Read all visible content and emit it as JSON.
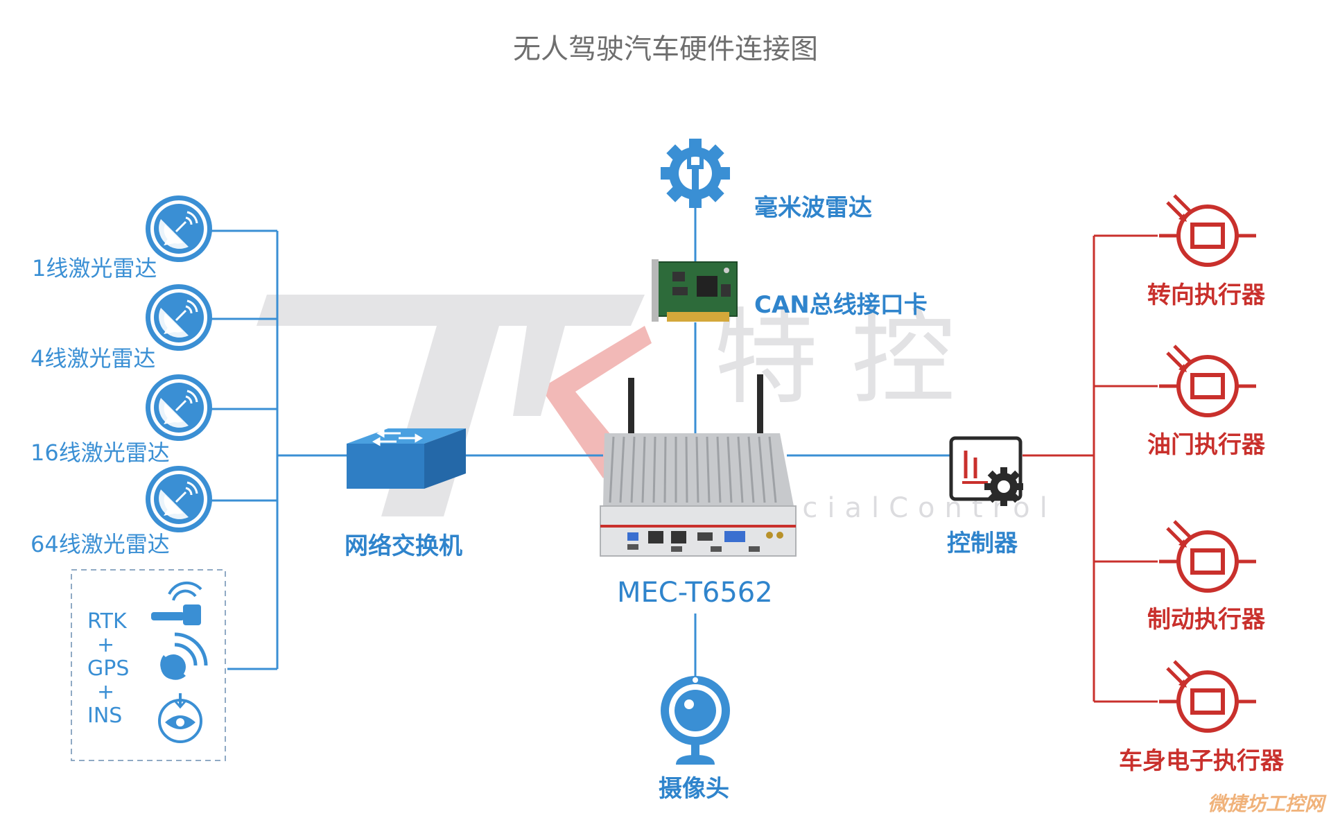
{
  "title": "无人驾驶汽车硬件连接图",
  "lidars": [
    {
      "label": "1线激光雷达"
    },
    {
      "label": "4线激光雷达"
    },
    {
      "label": "16线激光雷达"
    },
    {
      "label": "64线激光雷达"
    }
  ],
  "gnss": {
    "line1": "RTK",
    "line2": "+",
    "line3": "GPS",
    "line4": "+",
    "line5": "INS"
  },
  "switch": {
    "label": "网络交换机"
  },
  "radar": {
    "label": "毫米波雷达"
  },
  "can": {
    "label": "CAN总线接口卡"
  },
  "mec": {
    "model": "MEC-T6562"
  },
  "camera": {
    "label": "摄像头"
  },
  "controller": {
    "label": "控制器"
  },
  "actuators": [
    {
      "label": "转向执行器"
    },
    {
      "label": "油门执行器"
    },
    {
      "label": "制动执行器"
    },
    {
      "label": "车身电子执行器"
    }
  ],
  "watermark": {
    "text": "特 控",
    "sub": "SpecialControl",
    "footer": "微捷坊工控网"
  },
  "colors": {
    "blue": "#3a8fd4",
    "red": "#c9302c",
    "gray": "#e2e2e4"
  }
}
